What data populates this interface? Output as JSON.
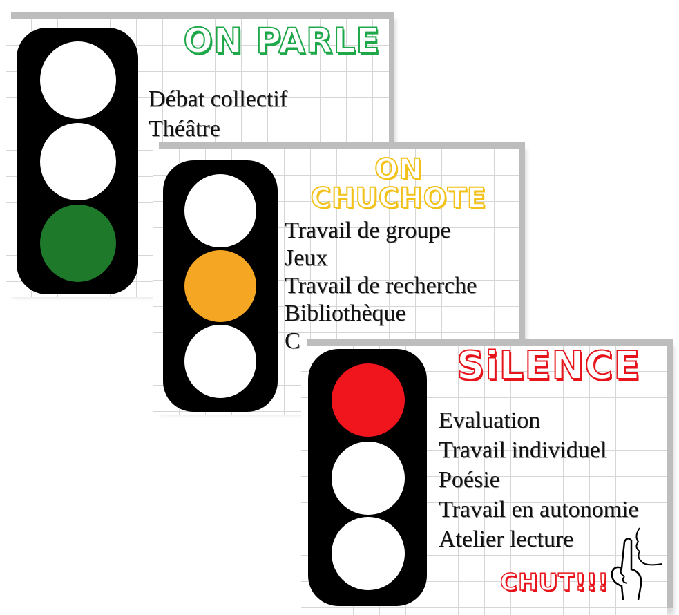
{
  "cards": [
    {
      "title": "ON PARLE",
      "title_color": "#1ea84a",
      "active_lamp": "green",
      "lamp_color": "#1e7a2a",
      "items": [
        "Débat collectif",
        "Théâtre"
      ]
    },
    {
      "title_line1": "ON",
      "title_line2": "CHUCHOTE",
      "title_color": "#f2c21a",
      "active_lamp": "orange",
      "lamp_color": "#f5a623",
      "items": [
        "Travail de groupe",
        "Jeux",
        "Travail de recherche",
        "Bibliothèque",
        "C"
      ]
    },
    {
      "title": "SiLENCE",
      "title_color": "#e8141c",
      "active_lamp": "red",
      "lamp_color": "#f0141c",
      "items": [
        "Evaluation",
        "Travail individuel",
        "Poésie",
        "Travail en autonomie",
        "Atelier lecture"
      ],
      "footer": "CHUT!!!",
      "icon": "shush-hand-icon"
    }
  ]
}
